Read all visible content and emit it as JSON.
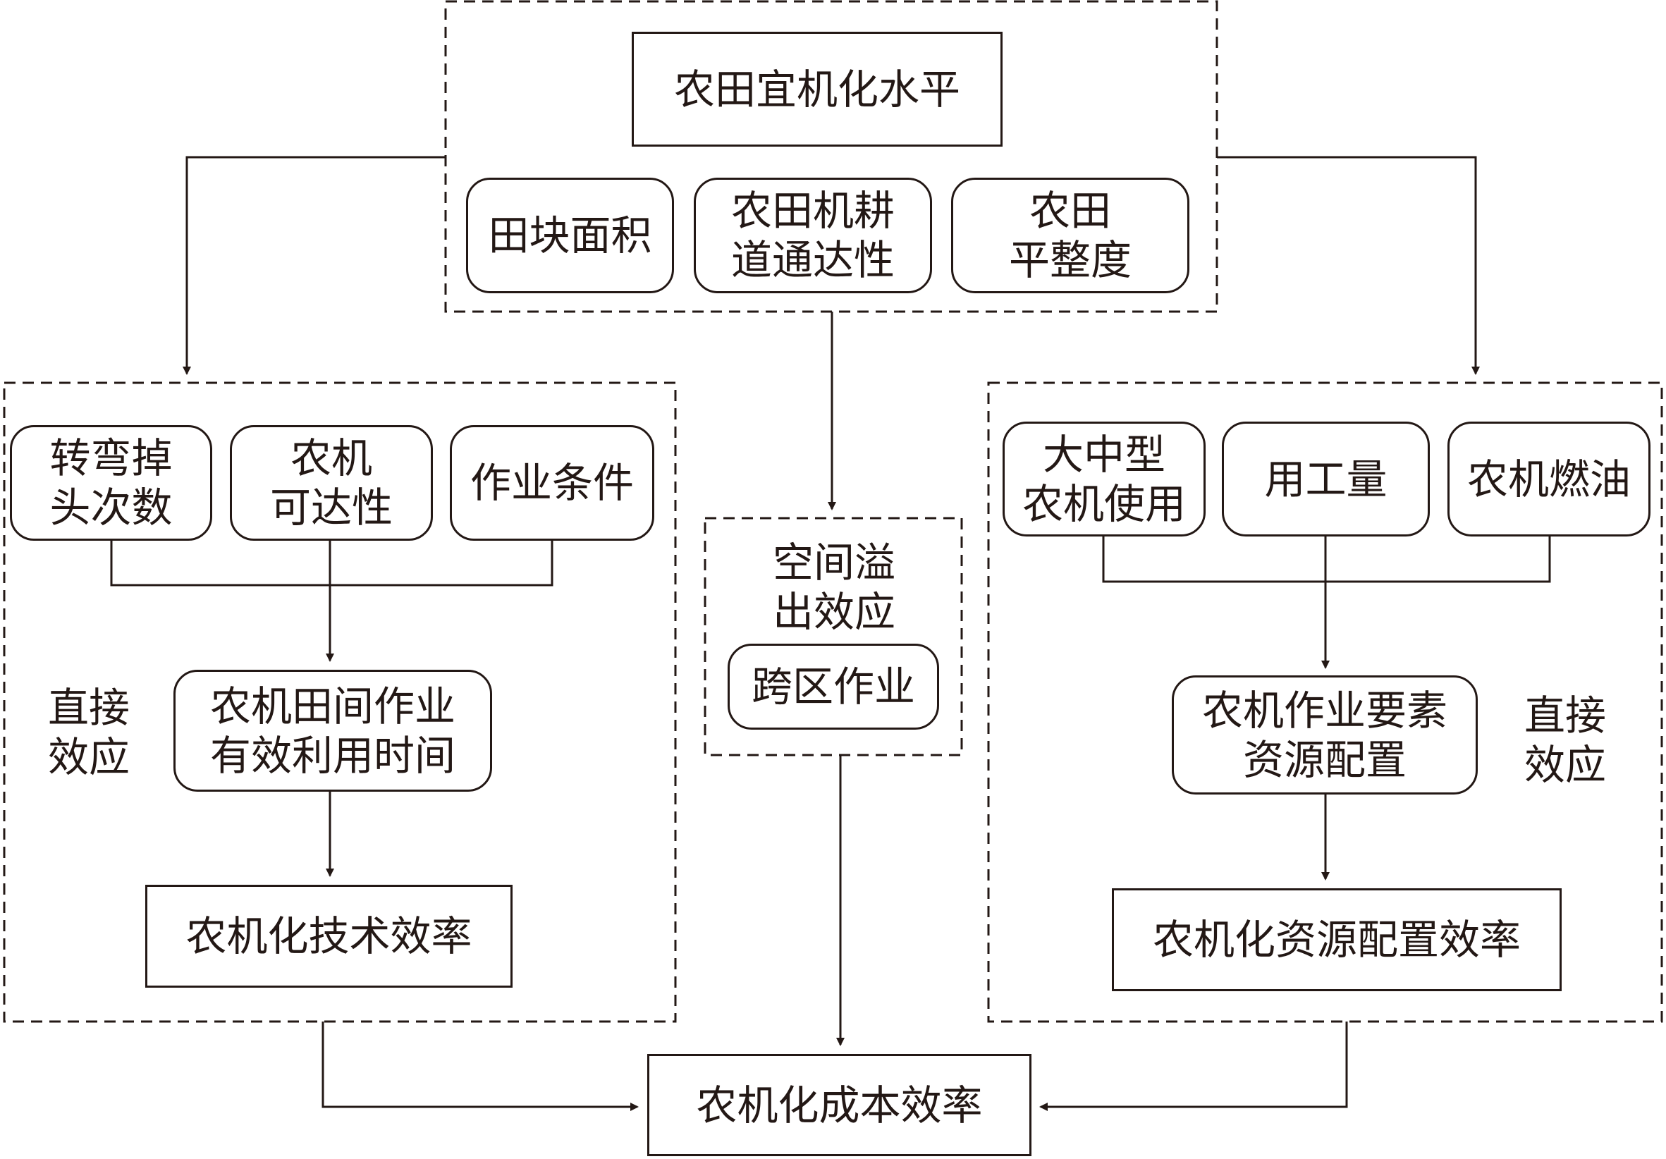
{
  "top_group": {
    "title": "农田宜机化水平",
    "factors": [
      {
        "lines": [
          "田块面积"
        ]
      },
      {
        "lines": [
          "农田机耕",
          "道通达性"
        ]
      },
      {
        "lines": [
          "农田",
          "平整度"
        ]
      }
    ]
  },
  "left_group": {
    "factors": [
      {
        "lines": [
          "转弯掉",
          "头次数"
        ]
      },
      {
        "lines": [
          "农机",
          "可达性"
        ]
      },
      {
        "lines": [
          "作业条件"
        ]
      }
    ],
    "mediator": [
      "农机田间作业",
      "有效利用时间"
    ],
    "effect_label": [
      "直接",
      "效应"
    ],
    "outcome": "农机化技术效率"
  },
  "middle_group": {
    "label": [
      "空间溢",
      "出效应"
    ],
    "factor": "跨区作业"
  },
  "right_group": {
    "factors": [
      {
        "lines": [
          "大中型",
          "农机使用"
        ]
      },
      {
        "lines": [
          "用工量"
        ]
      },
      {
        "lines": [
          "农机燃油"
        ]
      }
    ],
    "mediator": [
      "农机作业要素",
      "资源配置"
    ],
    "effect_label": [
      "直接",
      "效应"
    ],
    "outcome": "农机化资源配置效率"
  },
  "final_outcome": "农机化成本效率",
  "colors": {
    "stroke": "#231815",
    "background": "#ffffff"
  }
}
